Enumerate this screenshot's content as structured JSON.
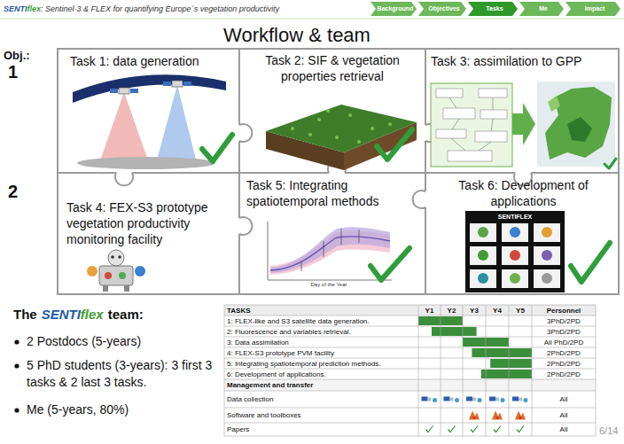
{
  "diagram": {
    "title": "Workflow & team",
    "nodes": [
      {
        "text": [
          "Background"
        ]
      },
      {
        "text": [
          "Objectives"
        ]
      },
      {
        "text": [
          "Tasks"
        ]
      },
      {
        "text": [
          "Me"
        ]
      },
      {
        "text": [
          "Impact"
        ]
      },
      {
        "text": [
          "Task 1: data generation"
        ]
      },
      {
        "text": [
          "Task 2: SIF & vegetation properties retrieval"
        ]
      },
      {
        "text": [
          "Task 3: assimilation to GPP"
        ]
      },
      {
        "text": [
          "Task 4: FEX-S3 prototype vegetation productivity monitoring facility"
        ]
      },
      {
        "text": [
          "Task 5: Integrating spatiotemporal methods"
        ]
      },
      {
        "text": [
          "Task 6: Development of applications"
        ]
      }
    ],
    "labels": [
      "SENTI",
      "flex",
      ": Sentinel-3 & FLEX for quantifying Europe´s vegetation productivity",
      "Obj.:",
      "1",
      "2",
      "Day of the Year",
      "SENTIFLEX",
      "The",
      "SENTI",
      "flex",
      "team:",
      "2 Postdocs (5-years)",
      "5 PhD students (3-years): 3 first 3 tasks & 2 last 3 tasks.",
      "Me (5-years, 80%)",
      "TASKS",
      "Y1",
      "Y2",
      "Y3",
      "Y4",
      "Y5",
      "Personnel",
      "1: FLEX-like and S3 satellite data generation.",
      "3PhD/2PD",
      "2: Fluorescence and variables retrieval.",
      "3PhD/2PD",
      "3: Data assimilation",
      "All PhD/2PD",
      "4: FLEX-S3 prototype PVM facility",
      "2PhD/2PD",
      "5: Integrating spatiotemporal prediction methods.",
      "2PhD/2PD",
      "6: Development of applications.",
      "2PhD/2PD",
      "Management and transfer",
      "Data collection",
      "All",
      "Software and toolboxes",
      "All",
      "Papers",
      "All",
      "6/14"
    ]
  }
}
